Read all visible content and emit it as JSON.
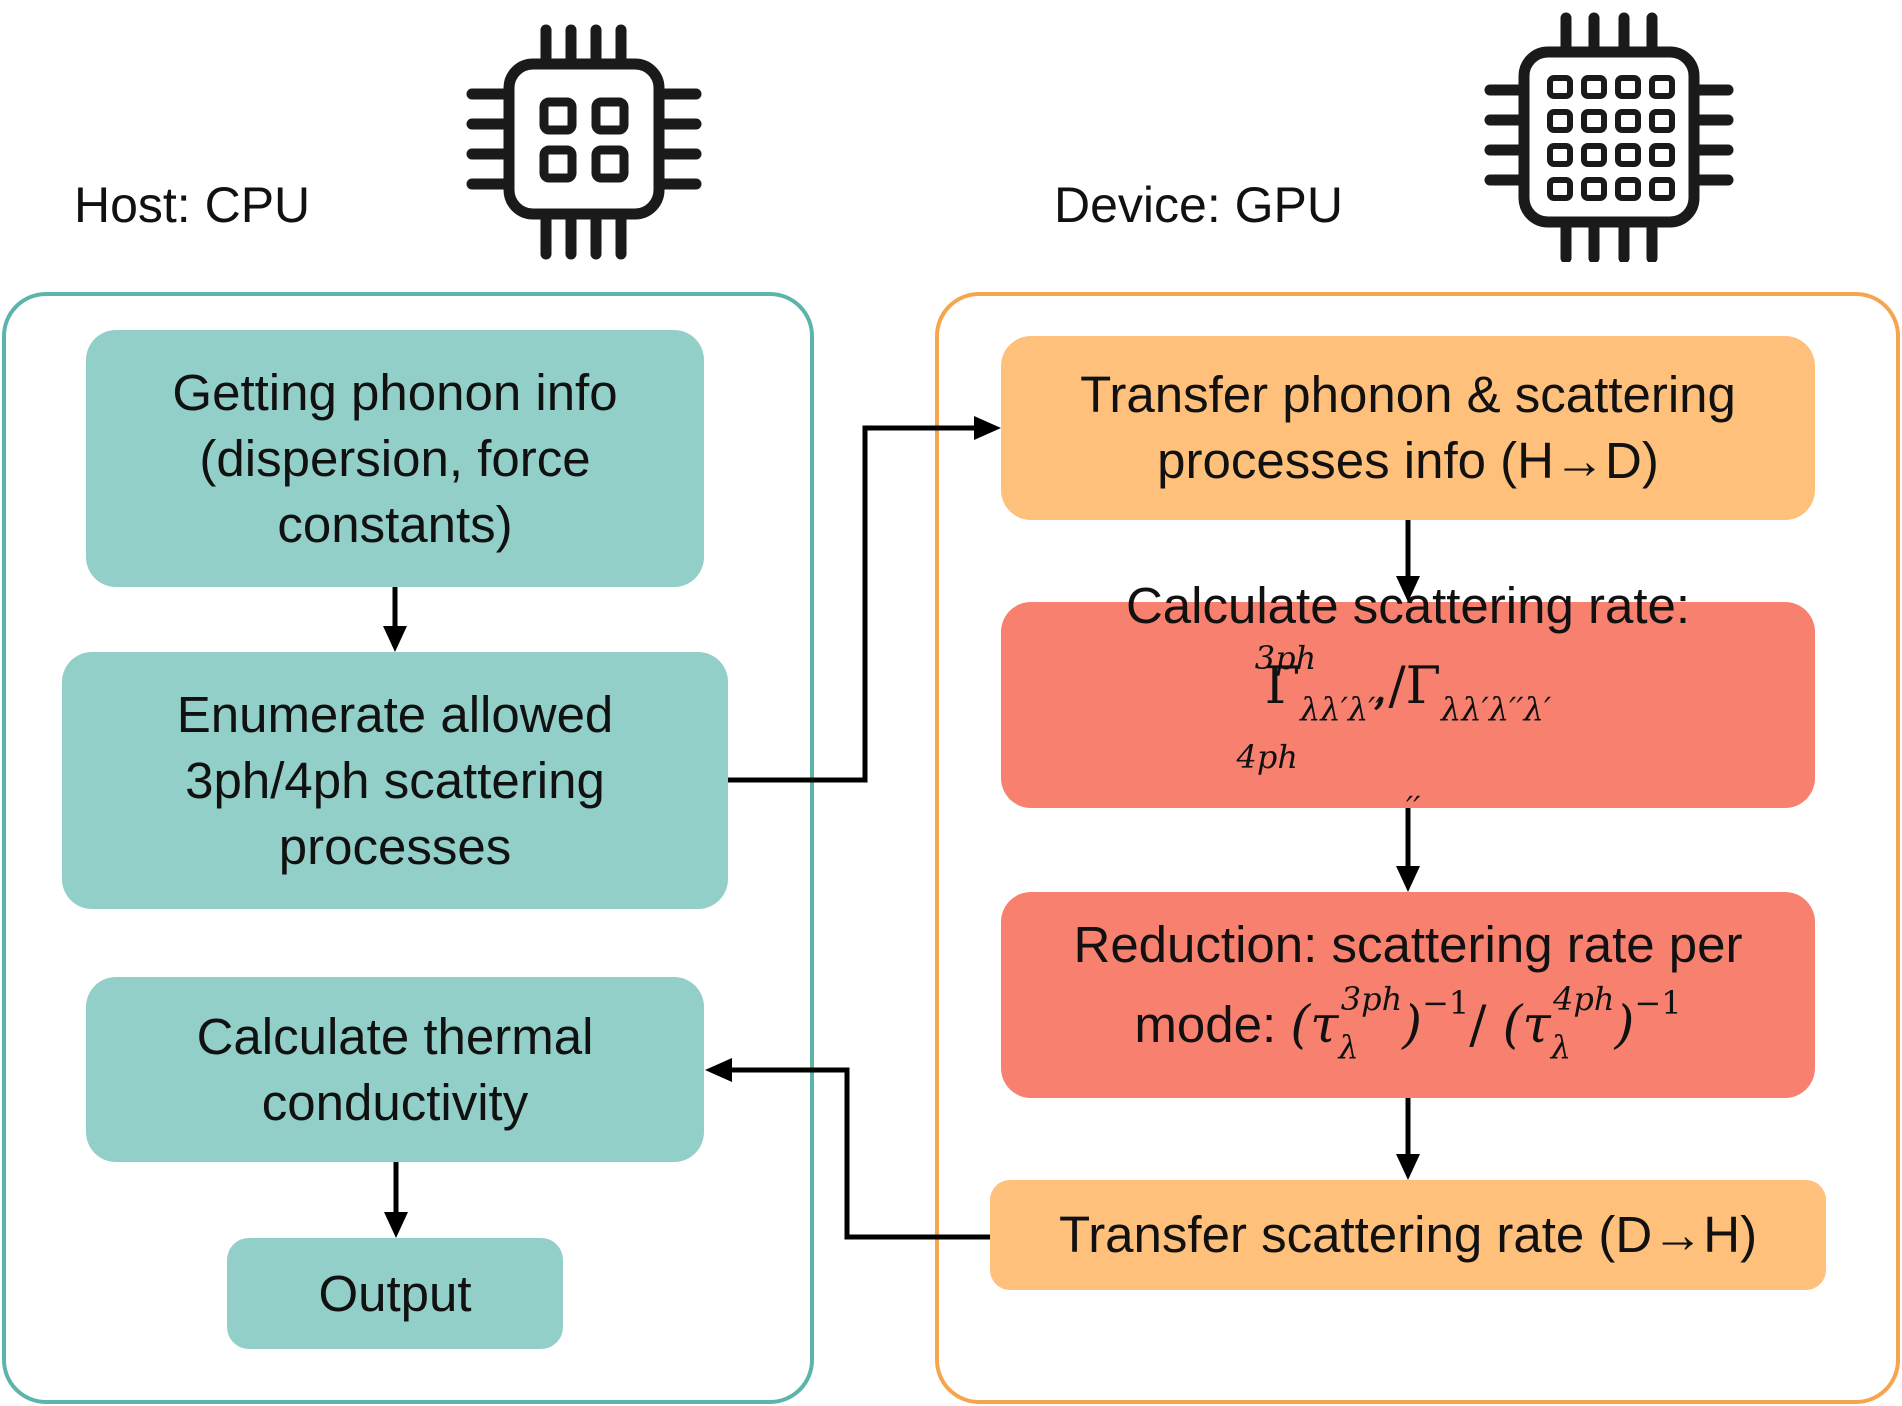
{
  "host": {
    "label": "Host: CPU",
    "color": "#5bb5aa",
    "boxes": [
      "Getting phonon info",
      "(dispersion, force",
      "constants)",
      "Enumerate allowed",
      "3ph/4ph scattering",
      "processes",
      "Calculate thermal",
      "conductivity",
      "Output"
    ]
  },
  "device": {
    "label": "Device: GPU",
    "color": "#f6a54f",
    "transfer_in": [
      "Transfer phonon & scattering",
      "processes info (H→D)"
    ],
    "calc_title": "Calculate scattering rate:",
    "calc_formula": {
      "gamma": "Γ",
      "sup_3ph": "3ph",
      "sub_3ph": "λλ′λ′′",
      "sep": ",/",
      "sup_4ph": "4ph",
      "sub_4ph": "λλ′λ′′λ′′′"
    },
    "reduction_title": "Reduction: scattering rate per",
    "reduction_mode": "mode: ",
    "reduction_formula": {
      "open": "(τ",
      "sub": "λ",
      "sup_3ph": "3ph",
      "close": ")",
      "exp": "−1",
      "slash": "/ ",
      "sup_4ph": "4ph"
    },
    "transfer_out": "Transfer scattering rate (D→H)"
  },
  "icons": [
    "cpu-chip-icon",
    "gpu-chip-icon"
  ],
  "colors": {
    "teal_box": "#92cfc8",
    "peach_box": "#ffc07c",
    "salmon_box": "#f8806f"
  }
}
